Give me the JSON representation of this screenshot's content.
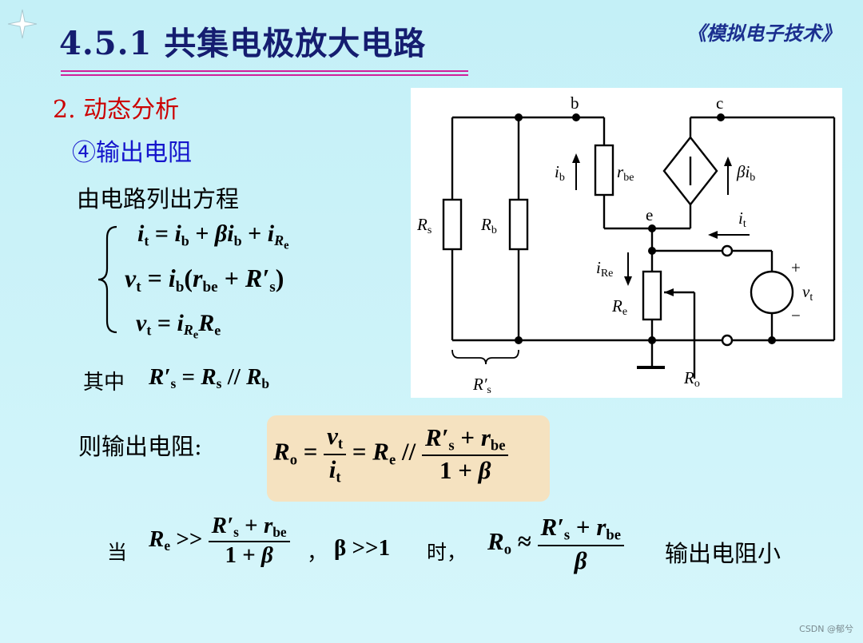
{
  "header": {
    "title": "4.5.1  共集电极放大电路",
    "course": "《模拟电子技术》"
  },
  "section": {
    "heading": "2. 动态分析",
    "subheading": "④输出电阻",
    "intro": "由电路列出方程"
  },
  "equations": {
    "eq1_lhs": "i",
    "eq1_lhs_sub": "t",
    "eq2_lhs": "v",
    "eq2_lhs_sub": "t",
    "eq3_lhs": "v",
    "eq3_lhs_sub": "t"
  },
  "where": {
    "label": "其中"
  },
  "result": {
    "label": "则输出电阻:"
  },
  "conclusion": {
    "when": "当",
    "comma": "，",
    "condition_beta": "β >>1",
    "then": "时，",
    "summary": "输出电阻小"
  },
  "circuit": {
    "node_b": "b",
    "node_c": "c",
    "node_e": "e",
    "Rs": "R",
    "Rs_sub": "s",
    "Rb": "R",
    "Rb_sub": "b",
    "rbe": "r",
    "rbe_sub": "be",
    "ib": "i",
    "ib_sub": "b",
    "beta_ib": "βi",
    "beta_ib_sub": "b",
    "it": "i",
    "it_sub": "t",
    "iRe": "i",
    "iRe_sub": "Re",
    "Re": "R",
    "Re_sub": "e",
    "vt": "v",
    "vt_sub": "t",
    "plus": "+",
    "minus": "−",
    "Rs_prime": "R′",
    "Rs_prime_sub": "s",
    "Ro": "R",
    "Ro_sub": "o"
  },
  "watermark": "CSDN @郁兮",
  "colors": {
    "background": "#c4f0f7",
    "title": "#151d70",
    "section_red": "#cc0000",
    "section_blue": "#1515cc",
    "rule": "#d0209a",
    "formula_box": "#f5e2c0"
  }
}
